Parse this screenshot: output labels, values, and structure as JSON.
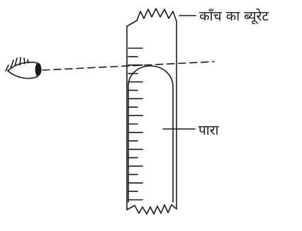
{
  "labels": {
    "burette": "काँच का ब्यूरेट",
    "mercury": "पारा"
  },
  "burette_scale_tick_count": 19,
  "colors": {
    "ink": "#1a1a1a",
    "background": "#ffffff"
  },
  "icons": {
    "observer": "eye-icon"
  }
}
